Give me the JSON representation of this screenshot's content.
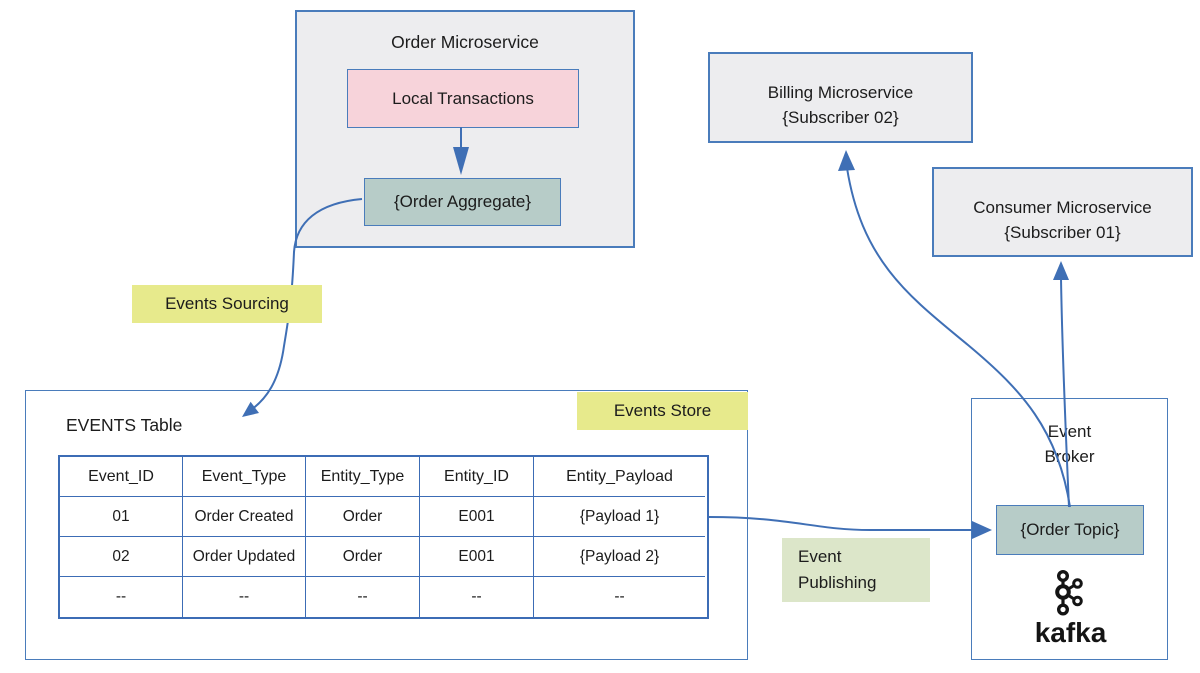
{
  "colors": {
    "box_border_blue": "#4a7cbb",
    "arrow_blue": "#3f6fb5",
    "table_border_blue": "#3c6cb5",
    "gray_fill": "#ededef",
    "pink_fill": "#f7d3da",
    "teal_fill": "#b7ccc8",
    "yellow_label_fill": "#e7ea8c",
    "green_label_fill": "#dce6c9",
    "kafka_black": "#141414"
  },
  "order_microservice": {
    "title": "Order Microservice",
    "local_transactions": "Local Transactions",
    "order_aggregate": "{Order Aggregate}"
  },
  "billing_microservice": {
    "name": "Billing Microservice",
    "subscriber": "{Subscriber 02}"
  },
  "consumer_microservice": {
    "name": "Consumer Microservice",
    "subscriber": "{Subscriber 01}"
  },
  "labels": {
    "events_sourcing": "Events Sourcing",
    "events_store": "Events Store",
    "event_publishing_line1": "Event",
    "event_publishing_line2": "Publishing"
  },
  "events_store_box": {
    "title": "EVENTS Table",
    "table": {
      "columns": [
        "Event_ID",
        "Event_Type",
        "Entity_Type",
        "Entity_ID",
        "Entity_Payload"
      ],
      "rows": [
        [
          "01",
          "Order Created",
          "Order",
          "E001",
          "{Payload 1}"
        ],
        [
          "02",
          "Order Updated",
          "Order",
          "E001",
          "{Payload 2}"
        ],
        [
          "--",
          "--",
          "--",
          "--",
          "--"
        ]
      ]
    }
  },
  "event_broker": {
    "title_line1": "Event",
    "title_line2": "Broker",
    "order_topic": "{Order Topic}",
    "kafka_label": "kafka"
  }
}
